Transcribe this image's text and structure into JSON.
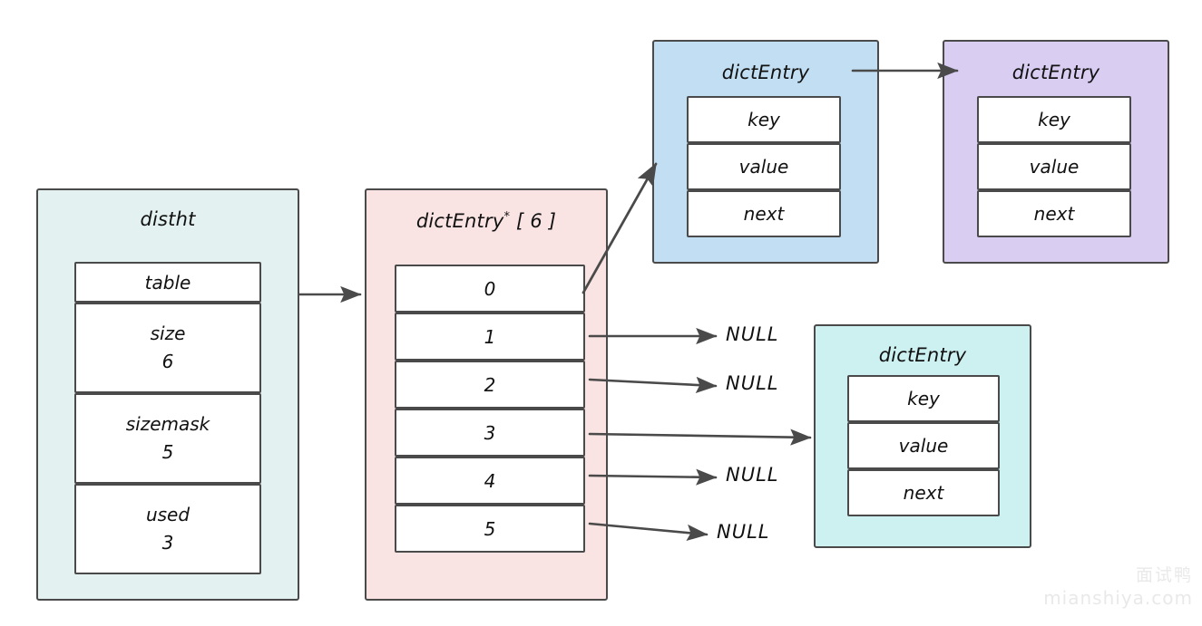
{
  "diagram": {
    "title": "Redis dict hash table (dictht) structure",
    "colors": {
      "stroke": "#4a4a4a",
      "dictht_fill": "#e3f1f0",
      "array_fill": "#fae3e3",
      "entry_blue_fill": "#c2def2",
      "entry_purple_fill": "#d9cdf2",
      "entry_cyan_fill": "#cdf0f0",
      "cell_fill": "#ffffff",
      "text": "#111111",
      "watermark": "#e9e9e9"
    }
  },
  "dictht": {
    "title": "distht",
    "fields": [
      {
        "label": "table",
        "value": ""
      },
      {
        "label": "size",
        "value": "6"
      },
      {
        "label": "sizemask",
        "value": "5"
      },
      {
        "label": "used",
        "value": "3"
      }
    ]
  },
  "array": {
    "title_name": "dictEntry",
    "title_star": "*",
    "title_index": "[ 6 ]",
    "slots": [
      {
        "index": "0"
      },
      {
        "index": "1"
      },
      {
        "index": "2"
      },
      {
        "index": "3"
      },
      {
        "index": "4"
      },
      {
        "index": "5"
      }
    ]
  },
  "entries": {
    "blue": {
      "title": "dictEntry",
      "fields": [
        "key",
        "value",
        "next"
      ]
    },
    "purple": {
      "title": "dictEntry",
      "fields": [
        "key",
        "value",
        "next"
      ]
    },
    "cyan": {
      "title": "dictEntry",
      "fields": [
        "key",
        "value",
        "next"
      ]
    }
  },
  "null_labels": [
    {
      "text": "NULL",
      "from_slot": "1"
    },
    {
      "text": "NULL",
      "from_slot": "2"
    },
    {
      "text": "NULL",
      "from_slot": "4"
    },
    {
      "text": "NULL",
      "from_slot": "5"
    }
  ],
  "watermark": {
    "cn": "面试鸭",
    "en": "mianshiya.com"
  }
}
